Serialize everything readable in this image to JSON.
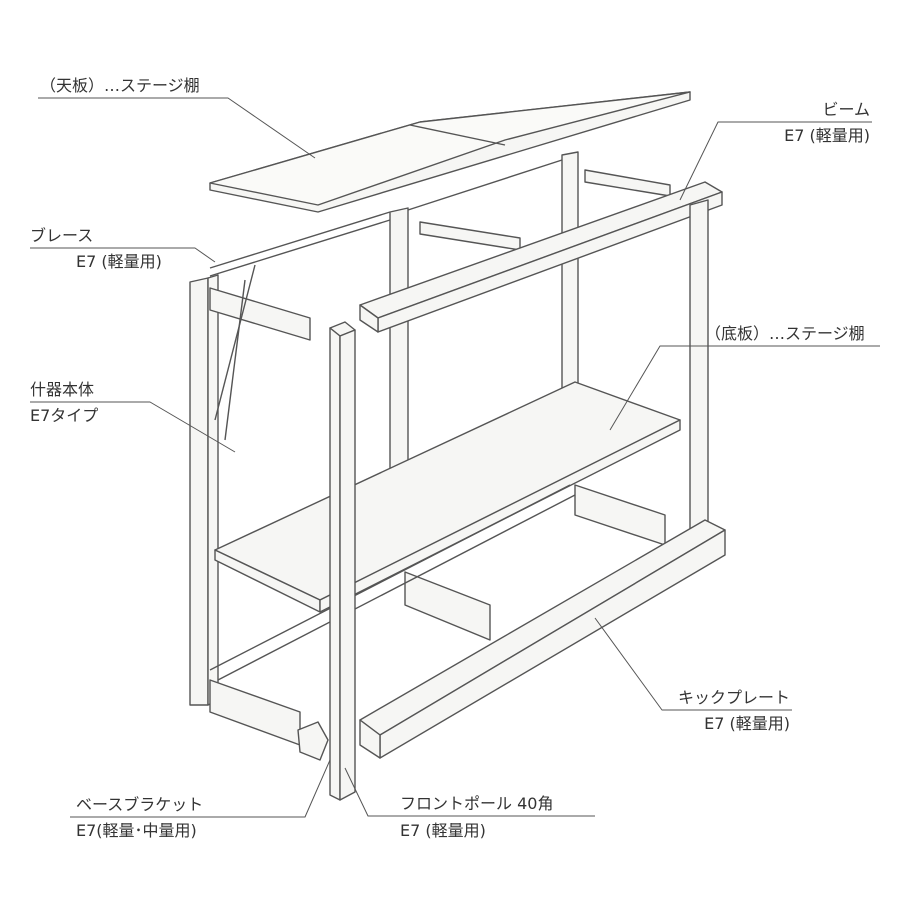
{
  "labels": {
    "top_board": "（天板）…ステージ棚",
    "beam_name": "ビーム",
    "beam_spec": "E7 (軽量用)",
    "brace_name": "ブレース",
    "brace_spec": "E7 (軽量用)",
    "bottom_board": "（底板）…ステージ棚",
    "body_name": "什器本体",
    "body_spec": "E7タイプ",
    "kick_name": "キックプレート",
    "kick_spec": "E7 (軽量用)",
    "bracket_name": "ベースブラケット",
    "bracket_spec": "E7(軽量･中量用)",
    "pole_name": "フロントポール 40角",
    "pole_spec": "E7 (軽量用)"
  },
  "colors": {
    "line": "#555555",
    "fill": "#f4f4f2"
  }
}
